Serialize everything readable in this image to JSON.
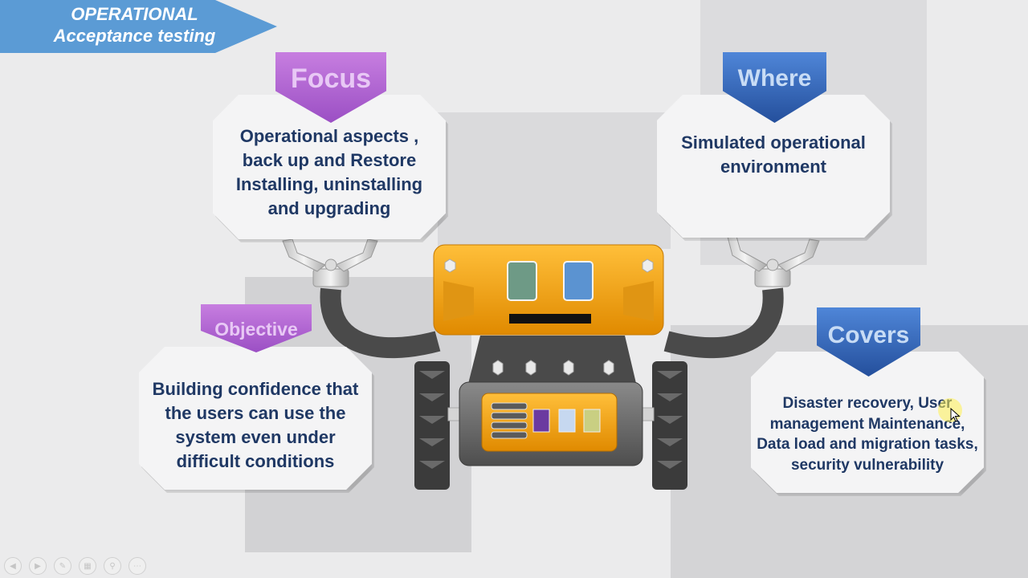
{
  "banner": {
    "line1": "OPERATIONAL",
    "line2": "Acceptance testing"
  },
  "cards": {
    "focus": {
      "title": "Focus",
      "body": "Operational aspects , back up and Restore Installing, uninstalling and upgrading"
    },
    "where": {
      "title": "Where",
      "body": "Simulated operational environment"
    },
    "objective": {
      "title": "Objective",
      "body": "Building confidence that the users can use the system even under difficult conditions"
    },
    "covers": {
      "title": "Covers",
      "body": "Disaster recovery, User management Maintenance, Data load and migration tasks, security vulnerability"
    }
  },
  "colors": {
    "banner": "#5b9bd5",
    "purple_tag": "#a855d4",
    "blue_tag": "#2e5fb0",
    "card_text": "#1f3864",
    "robot_body": "#f5a31a",
    "robot_eye_left": "#6e9a86",
    "robot_eye_right": "#5b93d1",
    "robot_chest_purple": "#6b3aa0",
    "robot_chest_blue": "#c6d8f0",
    "robot_chest_green": "#c9cf82"
  },
  "icons": [
    "prev-icon",
    "next-icon",
    "pen-icon",
    "slides-icon",
    "zoom-icon",
    "more-icon"
  ]
}
